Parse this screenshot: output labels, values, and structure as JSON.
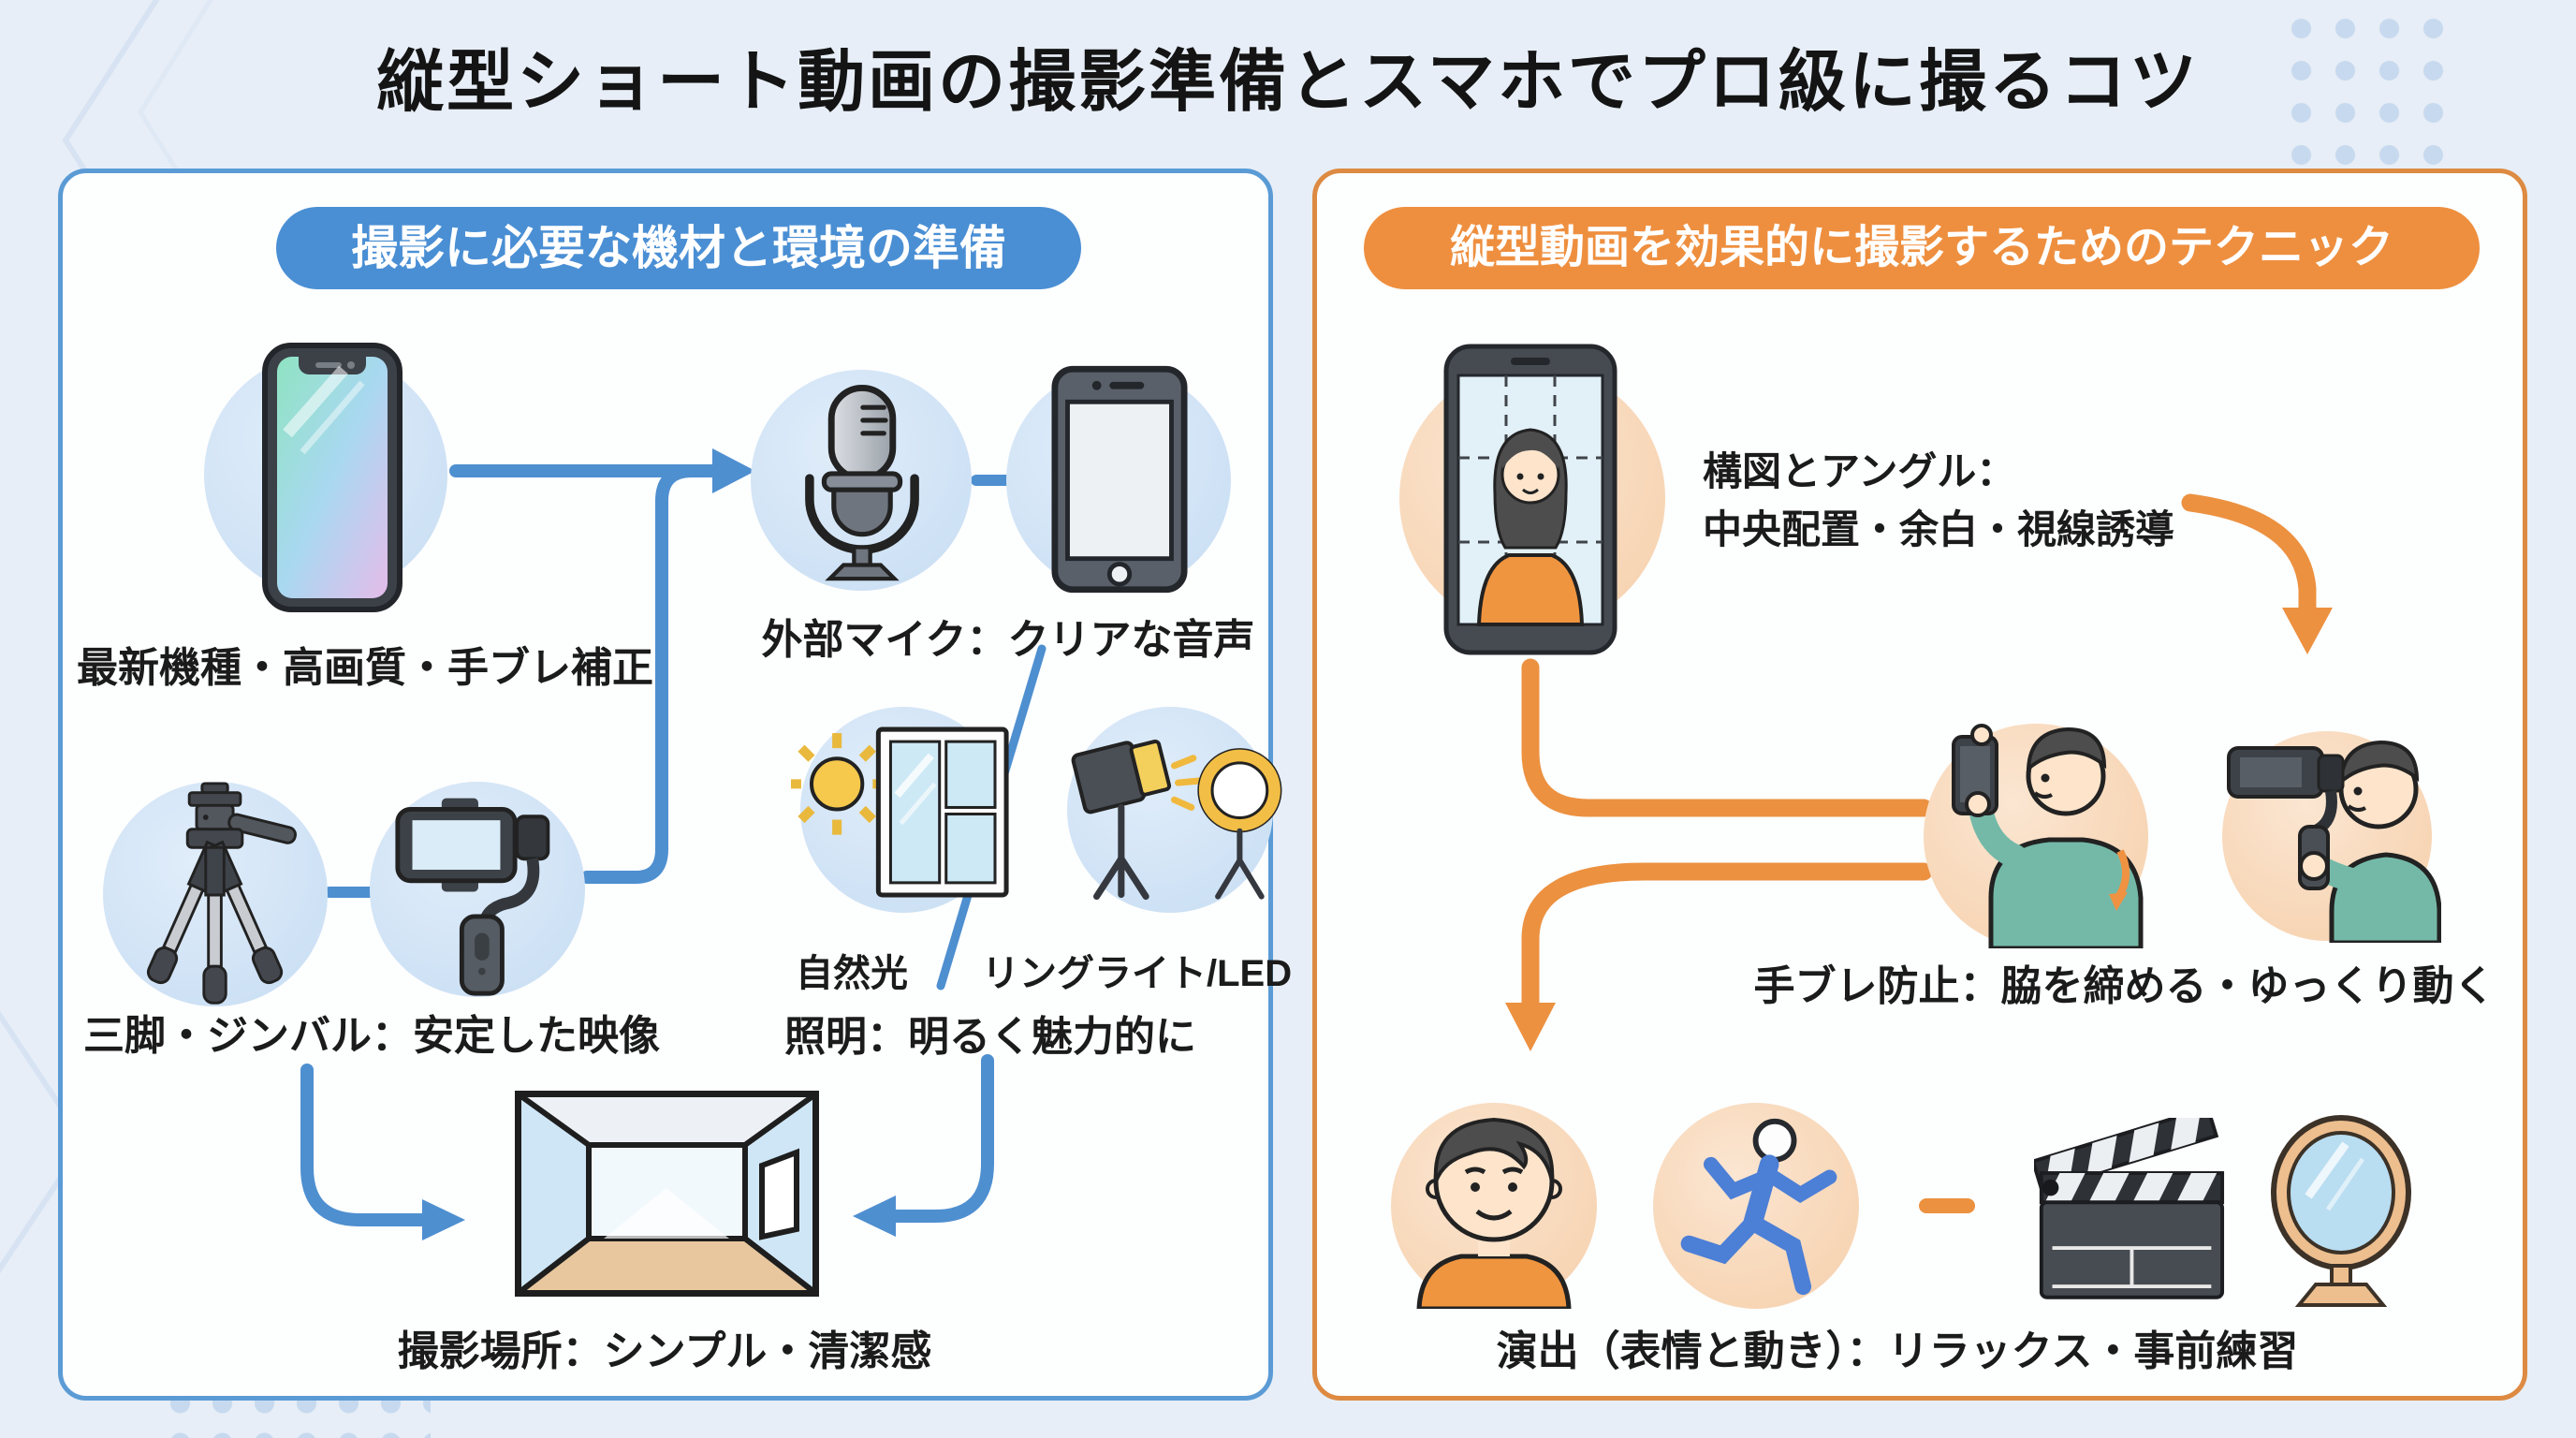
{
  "title": "縦型ショート動画の撮影準備とスマホでプロ級に撮るコツ",
  "left_panel": {
    "header": "撮影に必要な機材と環境の準備",
    "phone_caption": "最新機種・高画質・手ブレ補正",
    "mic_caption": "外部マイク：クリアな音声",
    "tripod_caption": "三脚・ジンバル：安定した映像",
    "natural_light_label": "自然光",
    "ring_light_label": "リングライト/LED",
    "lighting_caption": "照明：明るく魅力的に",
    "location_caption": "撮影場所：シンプル・清潔感",
    "accent_color": "#4e8fd0"
  },
  "right_panel": {
    "header": "縦型動画を効果的に撮影するためのテクニック",
    "composition_caption_line1": "構図とアングル：",
    "composition_caption_line2": "中央配置・余白・視線誘導",
    "stabilize_caption": "手ブレ防止：脇を締める・ゆっくり動く",
    "performance_caption": "演出（表情と動き）：リラックス・事前練習",
    "accent_color": "#ee8f3f"
  },
  "icons": {
    "left": [
      "smartphone-icon",
      "microphone-icon",
      "phone-icon",
      "tripod-icon",
      "gimbal-icon",
      "sun-window-icon",
      "softbox-ringlight-icon",
      "room-icon"
    ],
    "right": [
      "phone-grid-portrait-icon",
      "person-holding-phone-icon",
      "person-holding-gimbal-icon",
      "face-icon",
      "running-person-icon",
      "clapperboard-icon",
      "mirror-icon"
    ]
  }
}
